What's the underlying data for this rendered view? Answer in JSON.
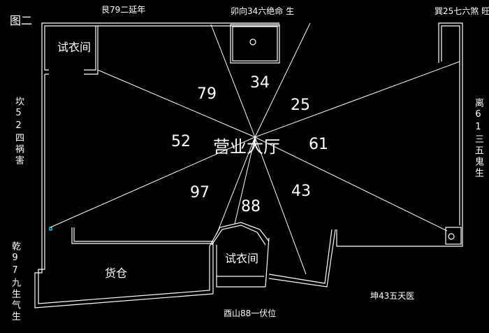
{
  "figure_label": "图二",
  "directions": {
    "top_left": "艮79二延年",
    "top_center": "卯向34六绝命 生",
    "top_right": "巽25七六煞 旺",
    "left": "坎52四祸害",
    "right": "离61三五鬼生",
    "bottom_left": "乾97九生气生",
    "bottom_center": "酉山88一伏位",
    "bottom_right": "坤43五天医"
  },
  "sectors": [
    "79",
    "34",
    "25",
    "52",
    "61",
    "97",
    "88",
    "43"
  ],
  "rooms": {
    "hall": "营业大厅",
    "fitting_room_top": "试衣间",
    "fitting_room_bottom": "试衣间",
    "storage": "货仓"
  },
  "colors": {
    "background": "#000000",
    "line": "#ffffff",
    "accent": "#00ffff"
  }
}
